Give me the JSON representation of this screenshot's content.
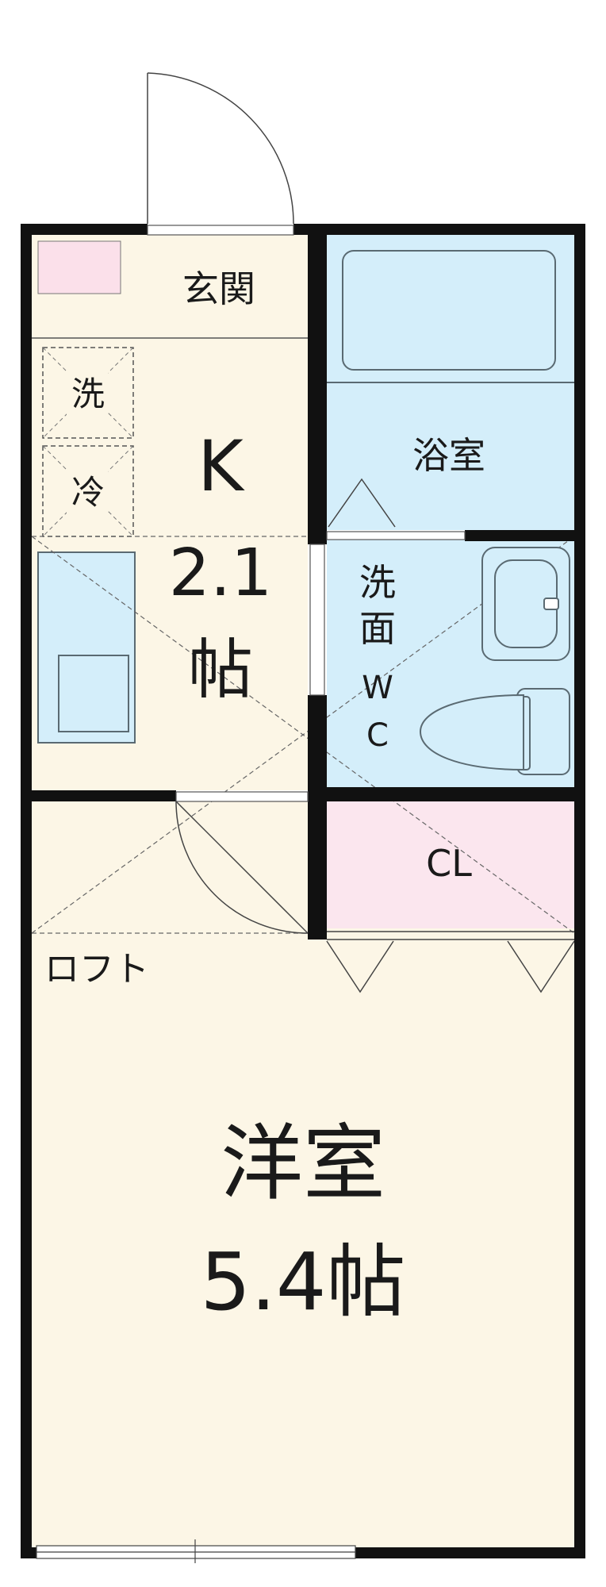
{
  "colors": {
    "wall": "#111111",
    "kitchen_floor": "#fcf6e6",
    "bath": "#d4eefa",
    "closet": "#fbe6ee",
    "pink_box": "#fbe0ea",
    "appliance_outline": "#5a6a72",
    "dash": "#666666"
  },
  "labels": {
    "entrance": "玄関",
    "washer": "洗",
    "fridge": "冷",
    "kitchen": {
      "name": "K",
      "size": "2.1",
      "unit": "帖"
    },
    "bath": "浴室",
    "washroom": {
      "char1": "洗",
      "char2": "面",
      "char3": "W",
      "char4": "C"
    },
    "closet": "CL",
    "loft": "ロフト",
    "western_room": {
      "name": "洋室",
      "size": "5.4帖"
    }
  },
  "icons": {
    "entrance_door": "door-swing-icon",
    "inner_door": "door-swing-icon",
    "bathtub": "bathtub-icon",
    "sink": "sink-icon",
    "toilet": "toilet-icon",
    "kitchen_counter": "kitchen-counter-icon",
    "window": "window-icon"
  }
}
